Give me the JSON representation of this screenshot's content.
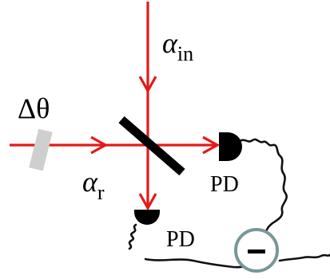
{
  "labels": {
    "alpha_in": {
      "symbol": "α",
      "subscript": "in"
    },
    "delta_theta": {
      "text": "Δθ"
    },
    "alpha_r": {
      "symbol": "α",
      "subscript": "r"
    },
    "pd_right": "PD",
    "pd_bottom": "PD",
    "subtractor": "–"
  },
  "colors": {
    "beam": "#e41a1a",
    "phase_plate": "#cfcfcf",
    "splitter": "#000000",
    "detector": "#000000",
    "subtractor_ring": "#7a9797",
    "wire": "#111111"
  },
  "icons": {
    "beam_splitter": "beam-splitter-icon",
    "phase_plate": "phase-plate-icon",
    "detector": "photodetector-icon",
    "subtractor": "subtractor-icon"
  }
}
